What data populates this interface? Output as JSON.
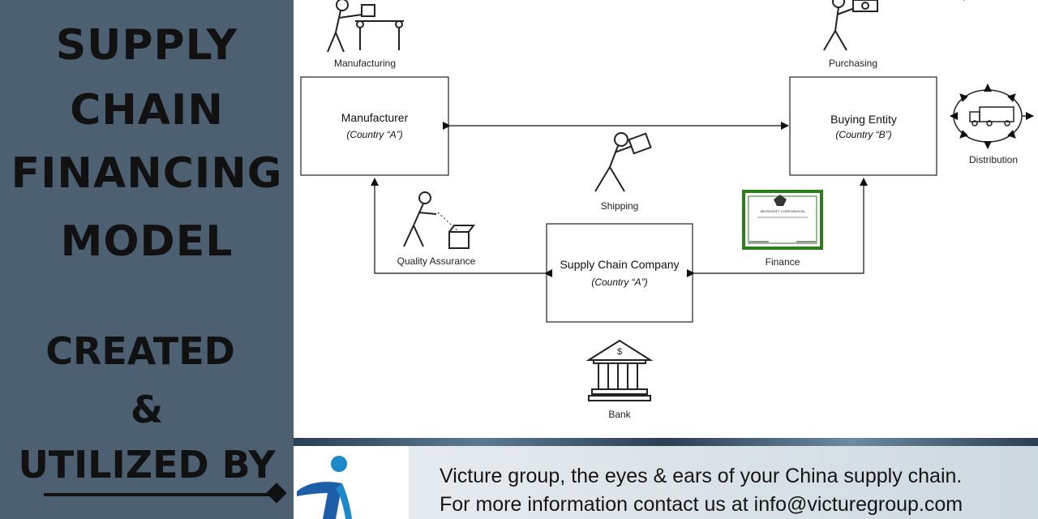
{
  "sidebar": {
    "title_lines": [
      "SUPPLY",
      "CHAIN",
      "FINANCING",
      "MODEL"
    ],
    "created": "CREATED",
    "ampersand": "&",
    "utilized_by": "UTILIZED BY"
  },
  "diagram": {
    "nodes": {
      "manufacturer": {
        "title": "Manufacturer",
        "subtitle": "(Country “A”)"
      },
      "buying_entity": {
        "title": "Buying Entity",
        "subtitle": "(Country “B”)"
      },
      "supply_chain_company": {
        "title": "Supply Chain Company",
        "subtitle": "(Country “A”)"
      }
    },
    "labels": {
      "manufacturing": "Manufacturing",
      "purchasing": "Purchasing",
      "distribution": "Distribution",
      "shipping": "Shipping",
      "quality_assurance": "Quality Assurance",
      "finance": "Finance",
      "bank": "Bank"
    },
    "certificate_text": "MICROSOFT CORPORATION",
    "bank_symbol": "$",
    "finance_border_color": "#2e7d1e"
  },
  "banner": {
    "line1": "Victure group, the eyes & ears of your China supply chain.",
    "line2": "For more information contact us at info@victuregroup.com",
    "logo_colors": {
      "dot": "#1e88c8",
      "body": "#1c5fa8"
    }
  }
}
